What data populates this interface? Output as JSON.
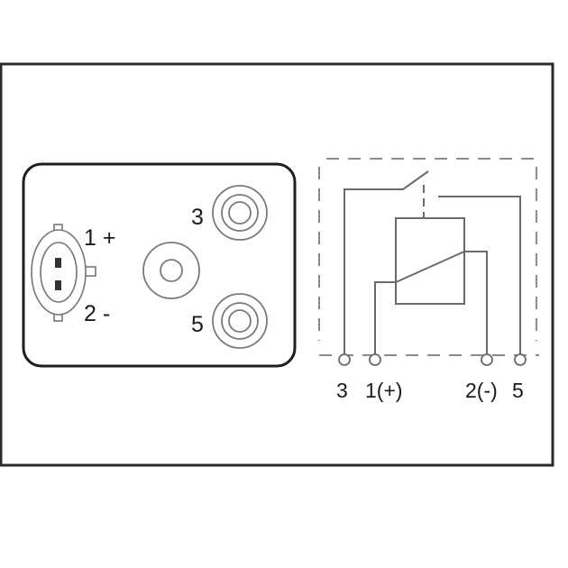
{
  "diagram": {
    "type": "relay-pinout",
    "connector_view": {
      "pin_labels": {
        "pin1": "1 +",
        "pin2": "2 -",
        "pin3": "3",
        "pin5": "5"
      }
    },
    "schematic": {
      "terminal_labels": [
        "3",
        "1(+)",
        "2(-)",
        "5"
      ]
    },
    "colors": {
      "frame": "#2a2a2a",
      "outline": "#1e1e1e",
      "circle": "#7a7a7a",
      "wire": "#6a6a6a",
      "dash": "#8a8a8a",
      "text": "#1a1a1a"
    }
  }
}
